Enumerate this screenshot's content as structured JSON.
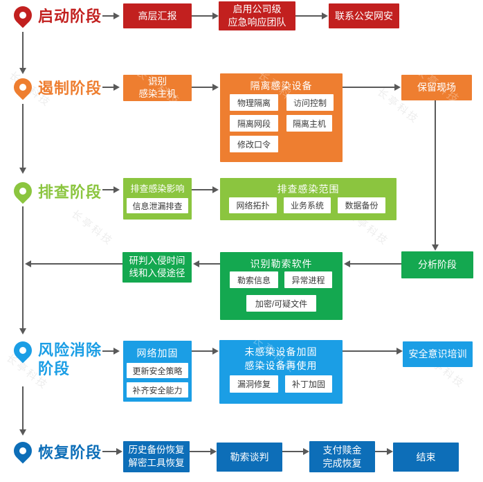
{
  "watermark": "长亭科技",
  "colors": {
    "phase_start_red": "#c2201f",
    "phase_contain_orange": "#ee7e30",
    "phase_investigate_light_green": "#8bc53f",
    "phase_analysis_green": "#14a850",
    "phase_risk_light_blue": "#1b9ee5",
    "phase_recover_dark_blue": "#0d6eb8",
    "connector_gray": "#595959"
  },
  "phases": {
    "start": {
      "label": "启动阶段"
    },
    "contain": {
      "label": "遏制阶段"
    },
    "investigate": {
      "label": "排查阶段"
    },
    "risk": {
      "label_line1": "风险消除",
      "label_line2": "阶段"
    },
    "recover": {
      "label": "恢复阶段"
    }
  },
  "start_row": {
    "report": "高层汇报",
    "team_line1": "启用公司级",
    "team_line2": "应急响应团队",
    "police": "联系公安网安"
  },
  "contain_row": {
    "identify_line1": "识别",
    "identify_line2": "感染主机",
    "isolate_title": "隔离感染设备",
    "physical_isolation": "物理隔离",
    "access_control": "访问控制",
    "isolate_segment": "隔离网段",
    "isolate_host": "隔离主机",
    "change_password": "修改口令",
    "preserve_scene": "保留现场"
  },
  "investigate_row": {
    "impact_title": "排查感染影响",
    "info_leak_check": "信息泄漏排查",
    "scope_title": "排查感染范围",
    "network_topology": "网络拓扑",
    "business_system": "业务系统",
    "data_backup": "数据备份"
  },
  "analysis_row": {
    "judge_line1": "研判入侵时间",
    "judge_line2": "线和入侵途径",
    "ransom_title": "识别勒索软件",
    "ransom_info": "勒索信息",
    "abnormal_process": "异常进程",
    "encrypted_files": "加密/可疑文件",
    "analysis_stage": "分析阶段"
  },
  "risk_row": {
    "network_harden_title": "网络加固",
    "update_policy": "更新安全策略",
    "fill_capability": "补齐安全能力",
    "harden_line1": "未感染设备加固",
    "harden_line2": "感染设备再使用",
    "vuln_fix": "漏洞修复",
    "patch_harden": "补丁加固",
    "security_training": "安全意识培训"
  },
  "recover_row": {
    "restore_line1": "历史备份恢复",
    "restore_line2": "解密工具恢复",
    "negotiation": "勒索谈判",
    "pay_line1": "支付赎金",
    "pay_line2": "完成恢复",
    "end": "结束"
  }
}
